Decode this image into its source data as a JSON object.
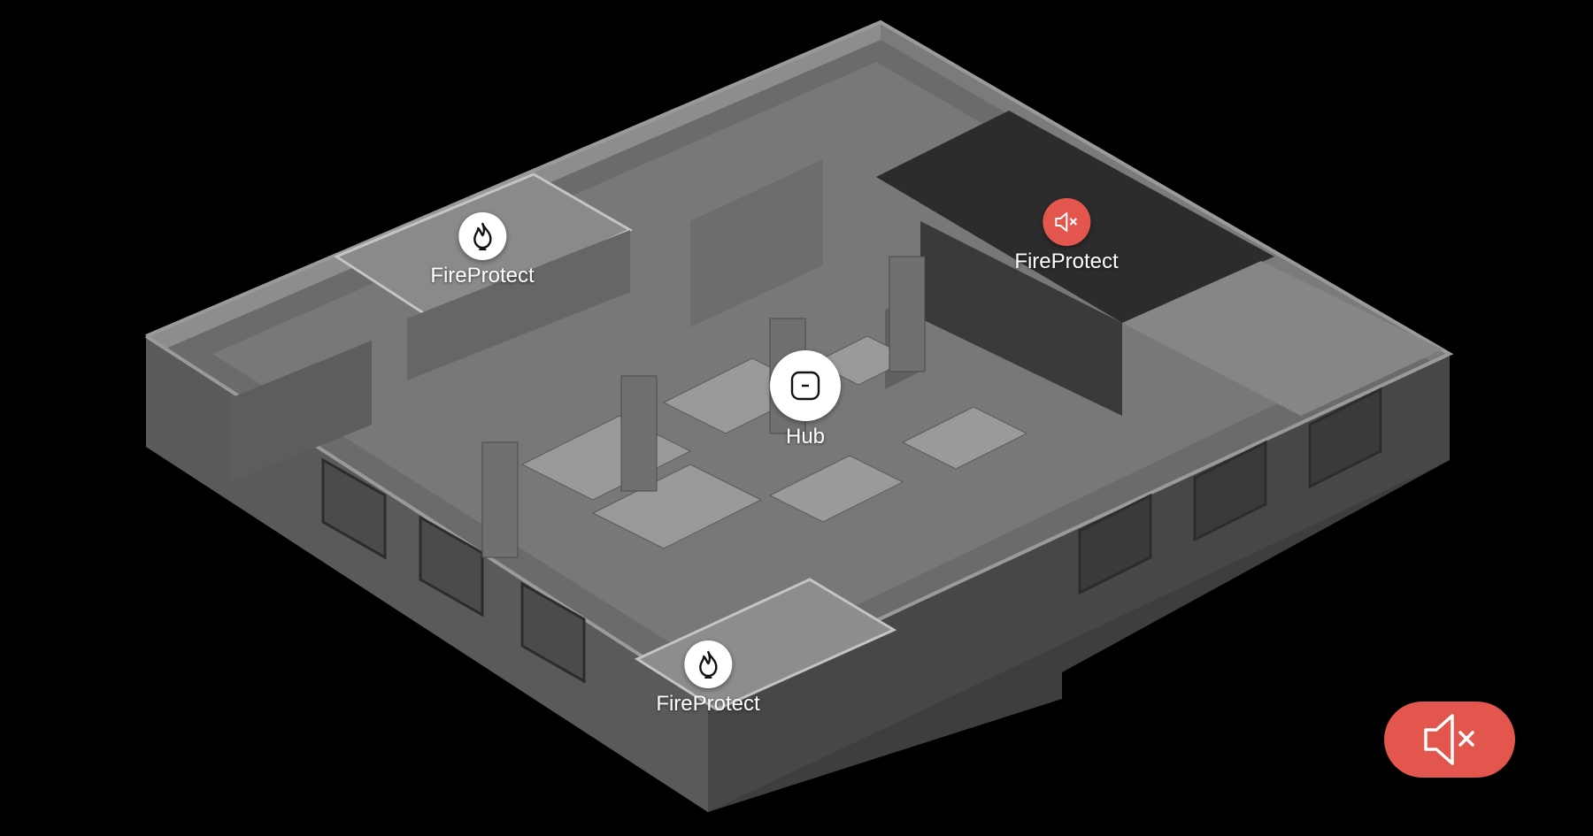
{
  "colors": {
    "background": "#000000",
    "alert": "#e2564d",
    "badge": "#ffffff"
  },
  "devices": [
    {
      "id": "fire-1",
      "label": "FireProtect",
      "icon": "flame-icon",
      "state": "normal"
    },
    {
      "id": "fire-2",
      "label": "FireProtect",
      "icon": "speaker-muted-icon",
      "state": "alarm-muted"
    },
    {
      "id": "hub",
      "label": "Hub",
      "icon": "hub-icon",
      "state": "normal"
    },
    {
      "id": "fire-3",
      "label": "FireProtect",
      "icon": "flame-icon",
      "state": "normal"
    }
  ],
  "controls": {
    "mute_button_icon": "speaker-muted-icon"
  }
}
